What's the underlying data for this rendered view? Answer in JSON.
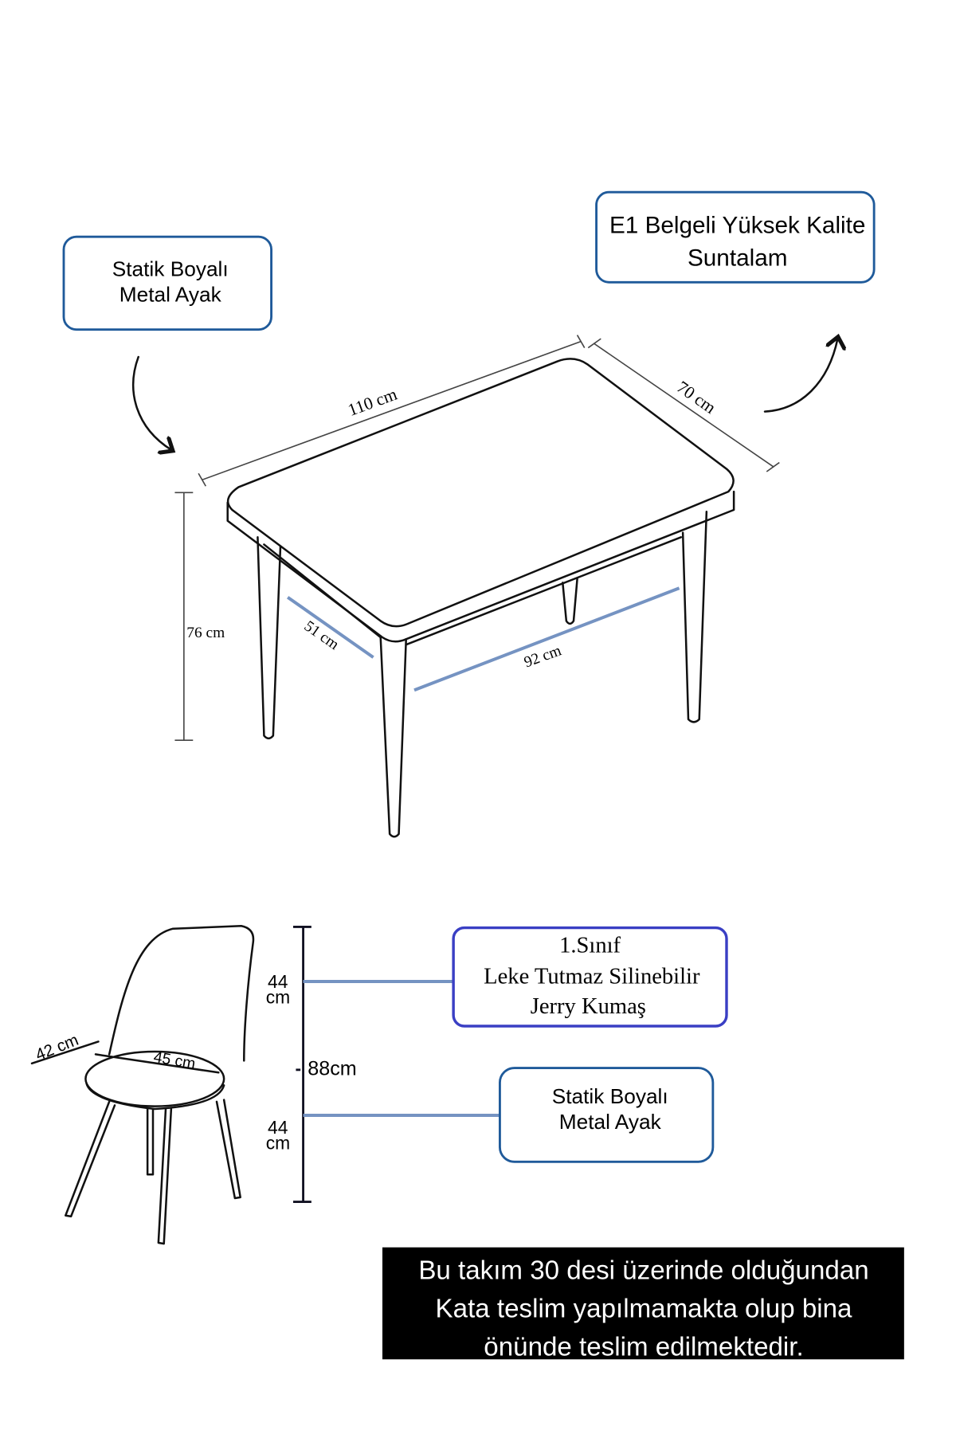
{
  "table": {
    "leg_label": [
      "Statik Boyalı",
      "Metal Ayak"
    ],
    "top_label": [
      "E1 Belgeli Yüksek Kalite",
      "Suntalam"
    ],
    "dims": {
      "length": "110 cm",
      "width": "70 cm",
      "height": "76 cm",
      "inner_depth": "51 cm",
      "inner_length": "92 cm"
    }
  },
  "chair": {
    "fabric_label": [
      "1.Sınıf",
      "Leke Tutmaz Silinebilir",
      "Jerry Kumaş"
    ],
    "leg_label": [
      "Statik Boyalı",
      "Metal Ayak"
    ],
    "dims": {
      "depth": "42 cm",
      "seat": "45 cm",
      "total": "88cm",
      "upper_num": "44",
      "upper_unit": "cm",
      "lower_num": "44",
      "lower_unit": "cm"
    }
  },
  "notice": [
    "Bu takım 30 desi üzerinde olduğundan",
    "Kata teslim yapılmamakta olup bina",
    "önünde teslim edilmektedir."
  ],
  "colors": {
    "box_border": "#1f5a9a",
    "fabric_box_border": "#3a3fc4",
    "dimension_blue": "#7593c2",
    "notice_bg": "#000000"
  }
}
